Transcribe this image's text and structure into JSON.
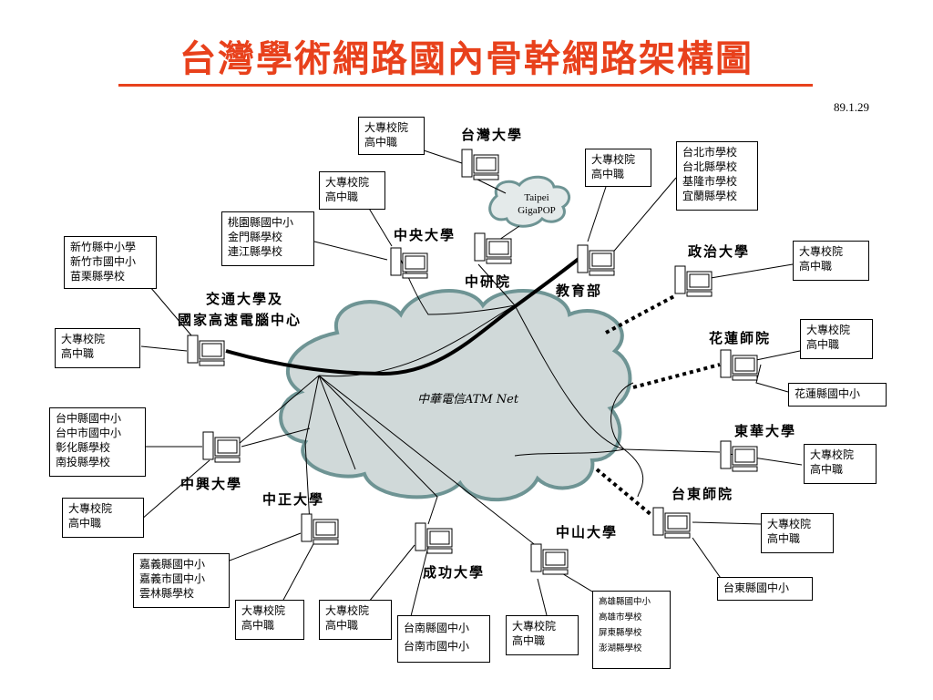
{
  "title": "台灣學術網路國內骨幹網路架構圖",
  "date": "89.1.29",
  "cloud_label": "中華電信ATM Net",
  "gigapop": {
    "line1": "Taipei",
    "line2": "GigaPOP"
  },
  "nodes": {
    "ntu": "台灣大學",
    "ncu": "中央大學",
    "sinica": "中研院",
    "moe": "教育部",
    "nccu": "政治大學",
    "nctu_line1": "交通大學及",
    "nctu_line2": "國家高速電腦中心",
    "nhltc": "花蓮師院",
    "ndhu": "東華大學",
    "nttu": "台東師院",
    "nchu": "中興大學",
    "ccu": "中正大學",
    "ncku": "成功大學",
    "nsysu": "中山大學"
  },
  "boxes": {
    "ntu": [
      "大專校院",
      "高中職"
    ],
    "ncu": [
      "大專校院",
      "高中職"
    ],
    "moe": [
      "大專校院",
      "高中職"
    ],
    "moe_counties": [
      "台北市學校",
      "台北縣學校",
      "基隆市學校",
      "宜蘭縣學校"
    ],
    "ncu_counties": [
      "桃園縣國中小",
      "金門縣學校",
      "連江縣學校"
    ],
    "nctu_counties": [
      "新竹縣中小學",
      "新竹市國中小",
      "苗栗縣學校"
    ],
    "nctu": [
      "大專校院",
      "高中職"
    ],
    "nccu": [
      "大專校院",
      "高中職"
    ],
    "nhltc": [
      "大專校院",
      "高中職"
    ],
    "nhltc_county": [
      "花蓮縣國中小"
    ],
    "ndhu": [
      "大專校院",
      "高中職"
    ],
    "nttu": [
      "大專校院",
      "高中職"
    ],
    "nttu_county": [
      "台東縣國中小"
    ],
    "nchu_counties": [
      "台中縣國中小",
      "台中市國中小",
      "彰化縣學校",
      "南投縣學校"
    ],
    "nchu": [
      "大專校院",
      "高中職"
    ],
    "ccu_counties": [
      "嘉義縣國中小",
      "嘉義市國中小",
      "雲林縣學校"
    ],
    "ccu": [
      "大專校院",
      "高中職"
    ],
    "ncku": [
      "大專校院",
      "高中職"
    ],
    "ncku_counties": [
      "台南縣國中小",
      "台南市國中小"
    ],
    "nsysu": [
      "大專校院",
      "高中職"
    ],
    "nsysu_counties": [
      "高雄縣國中小",
      "高雄市學校",
      "屏東縣學校",
      "澎湖縣學校"
    ]
  },
  "colors": {
    "title": "#e8411c",
    "cloud_fill": "#d0d9d9",
    "cloud_stroke": "#6e9494"
  }
}
